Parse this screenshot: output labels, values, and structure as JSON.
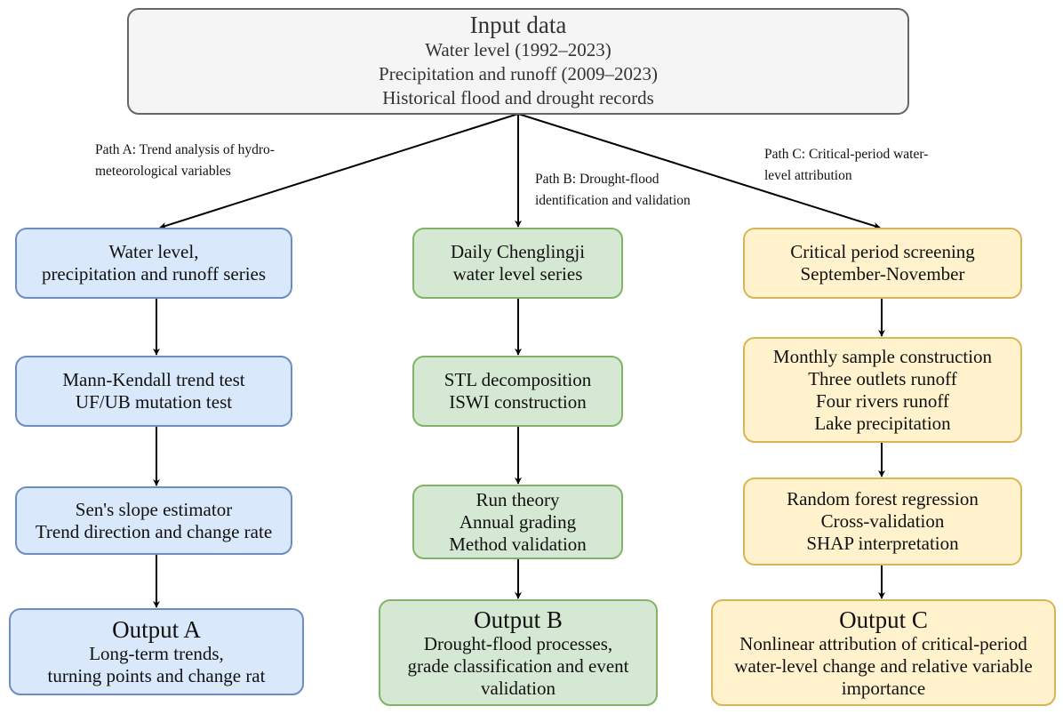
{
  "input": {
    "title": "Input data",
    "lines": [
      "Water level (1992–2023)",
      "Precipitation and runoff (2009–2023)",
      "Historical flood and drought records"
    ]
  },
  "paths": {
    "a": [
      "Path A: Trend analysis of hydro-",
      "meteorological variables"
    ],
    "b": [
      "Path B: Drought-flood",
      "identification and validation"
    ],
    "c": [
      "Path C: Critical-period water-",
      "level attribution"
    ]
  },
  "column_a": {
    "step1": [
      "Water level,",
      "precipitation and runoff series"
    ],
    "step2": [
      "Mann-Kendall trend test",
      "UF/UB mutation test"
    ],
    "step3": [
      "Sen's slope estimator",
      "Trend direction and change rate"
    ],
    "output_title": "Output A",
    "output_lines": [
      "Long-term trends,",
      "turning points and change rat"
    ]
  },
  "column_b": {
    "step1": [
      "Daily Chenglingji",
      "water level series"
    ],
    "step2": [
      "STL decomposition",
      "ISWI construction"
    ],
    "step3": [
      "Run theory",
      "Annual grading",
      "Method validation"
    ],
    "output_title": "Output B",
    "output_lines": [
      "Drought-flood processes,",
      "grade classification and event",
      "validation"
    ]
  },
  "column_c": {
    "step1": [
      "Critical period screening",
      "September-November"
    ],
    "step2": [
      "Monthly sample construction",
      "Three outlets runoff",
      "Four rivers runoff",
      "Lake precipitation"
    ],
    "step3": [
      "Random forest regression",
      "Cross-validation",
      "SHAP interpretation"
    ],
    "output_title": "Output C",
    "output_lines": [
      "Nonlinear attribution of critical-period",
      "water-level change and relative variable",
      "importance"
    ]
  },
  "colors": {
    "gray_fill": "#f5f5f5",
    "gray_border": "#666666",
    "blue_fill": "#dae8fc",
    "blue_border": "#6c8ebf",
    "green_fill": "#d5e8d4",
    "green_border": "#82b366",
    "yellow_fill": "#fff2cc",
    "yellow_border": "#d6b656"
  }
}
